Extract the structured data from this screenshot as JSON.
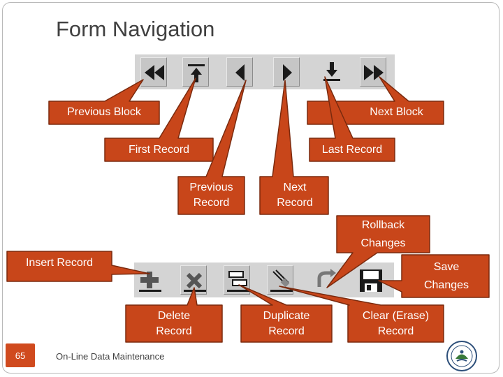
{
  "title": "Form Navigation",
  "callouts": {
    "previous_block": "Previous Block",
    "next_block": "Next Block",
    "first_record": "First Record",
    "last_record": "Last Record",
    "previous_record_1": "Previous",
    "previous_record_2": "Record",
    "next_record_1": "Next",
    "next_record_2": "Record",
    "rollback_1": "Rollback",
    "rollback_2": "Changes",
    "insert_record": "Insert Record",
    "save_1": "Save",
    "save_2": "Changes",
    "delete_1": "Delete",
    "delete_2": "Record",
    "duplicate_1": "Duplicate",
    "duplicate_2": "Record",
    "clear_1": "Clear (Erase)",
    "clear_2": "Record"
  },
  "footer": {
    "slide_number": "65",
    "text": "On-Line Data Maintenance"
  },
  "colors": {
    "callout_fill": "#c8461a",
    "callout_border": "#7a2a0e",
    "accent": "#d04a1e"
  },
  "icons": {
    "nav_toolbar": [
      "previous-block-icon",
      "first-record-icon",
      "previous-record-icon",
      "next-record-icon",
      "last-record-icon",
      "next-block-icon"
    ],
    "edit_toolbar": [
      "insert-record-icon",
      "delete-record-icon",
      "duplicate-record-icon",
      "clear-record-icon",
      "rollback-icon",
      "save-icon"
    ]
  }
}
